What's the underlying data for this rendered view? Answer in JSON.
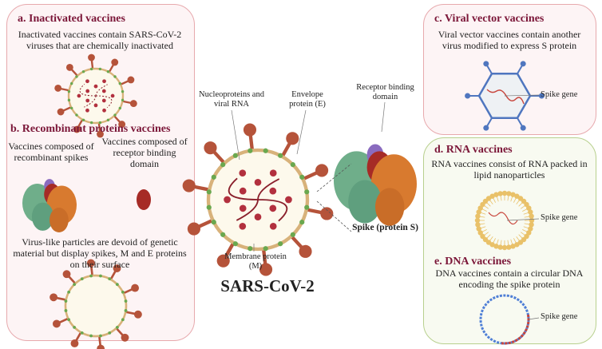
{
  "colors": {
    "heading": "#7b1638",
    "pink_border": "#e7a9ad",
    "green_border": "#b8d08e",
    "spike": "#b5533a",
    "membrane": "#d8b27a",
    "vector": "#4f76bf",
    "lipid": "#e9c169",
    "dna_blue": "#4f7fd6",
    "dna_red": "#c8453c"
  },
  "center": {
    "title": "SARS-CoV-2",
    "labels": {
      "nucleoproteins": [
        "Nucleoproteins and",
        "viral RNA"
      ],
      "envelope": [
        "Envelope",
        "protein (E)"
      ],
      "membrane": [
        "Membrane protein",
        "(M)"
      ],
      "rbd": [
        "Receptor binding",
        "domain"
      ],
      "spike": "Spike (protein S)"
    }
  },
  "panel_a": {
    "title": "a. Inactivated vaccines",
    "text": [
      "Inactivated vaccines contain SARS-CoV-2",
      "viruses that are chemically inactivated"
    ]
  },
  "panel_b": {
    "title": "b. Recombinant proteins vaccines",
    "spikes_text": [
      "Vaccines composed of",
      "recombinant spikes"
    ],
    "rbd_text": [
      "Vaccines composed of",
      "receptor binding",
      "domain"
    ],
    "vlp_text": [
      "Virus-like particles are devoid of genetic",
      "material but display spikes, M and E proteins",
      "on their surface"
    ]
  },
  "panel_c": {
    "title": "c. Viral vector vaccines",
    "text": [
      "Viral vector vaccines contain another",
      "virus modified to express S protein"
    ],
    "gene_label": "Spike gene"
  },
  "panel_d": {
    "title": "d. RNA vaccines",
    "text": [
      "RNA vaccines consist of RNA packed in",
      "lipid nanoparticles"
    ],
    "gene_label": "Spike gene"
  },
  "panel_e": {
    "title": "e. DNA vaccines",
    "text": [
      "DNA vaccines contain a circular DNA",
      "encoding the spike protein"
    ],
    "gene_label": "Spike gene"
  }
}
